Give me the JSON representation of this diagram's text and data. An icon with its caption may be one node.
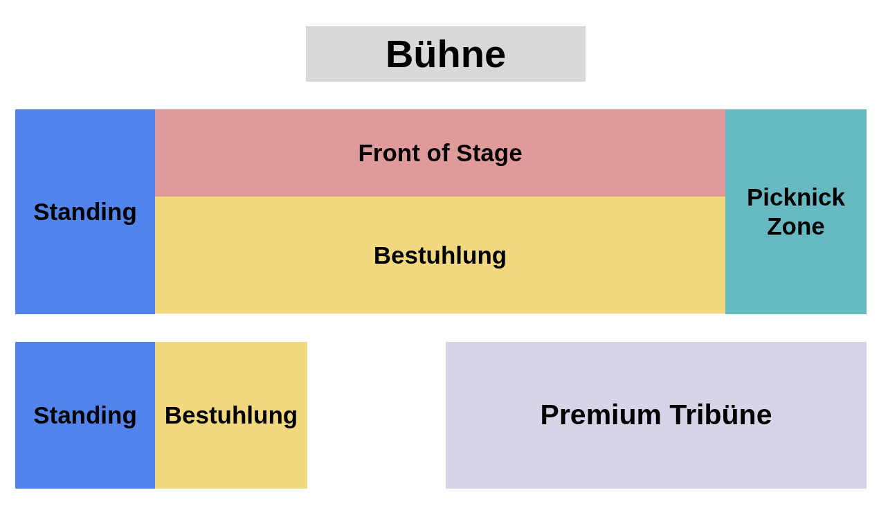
{
  "diagram": {
    "nodes": [
      {
        "text": [
          "Bühne"
        ]
      },
      {
        "text": [
          "Standing"
        ]
      },
      {
        "text": [
          "Front of Stage"
        ]
      },
      {
        "text": [
          "Bestuhlung"
        ]
      },
      {
        "text": [
          "Picknick Zone"
        ]
      },
      {
        "text": [
          "Standing"
        ]
      },
      {
        "text": [
          "Bestuhlung"
        ]
      },
      {
        "text": [
          "Premium Tribüne"
        ]
      }
    ]
  }
}
